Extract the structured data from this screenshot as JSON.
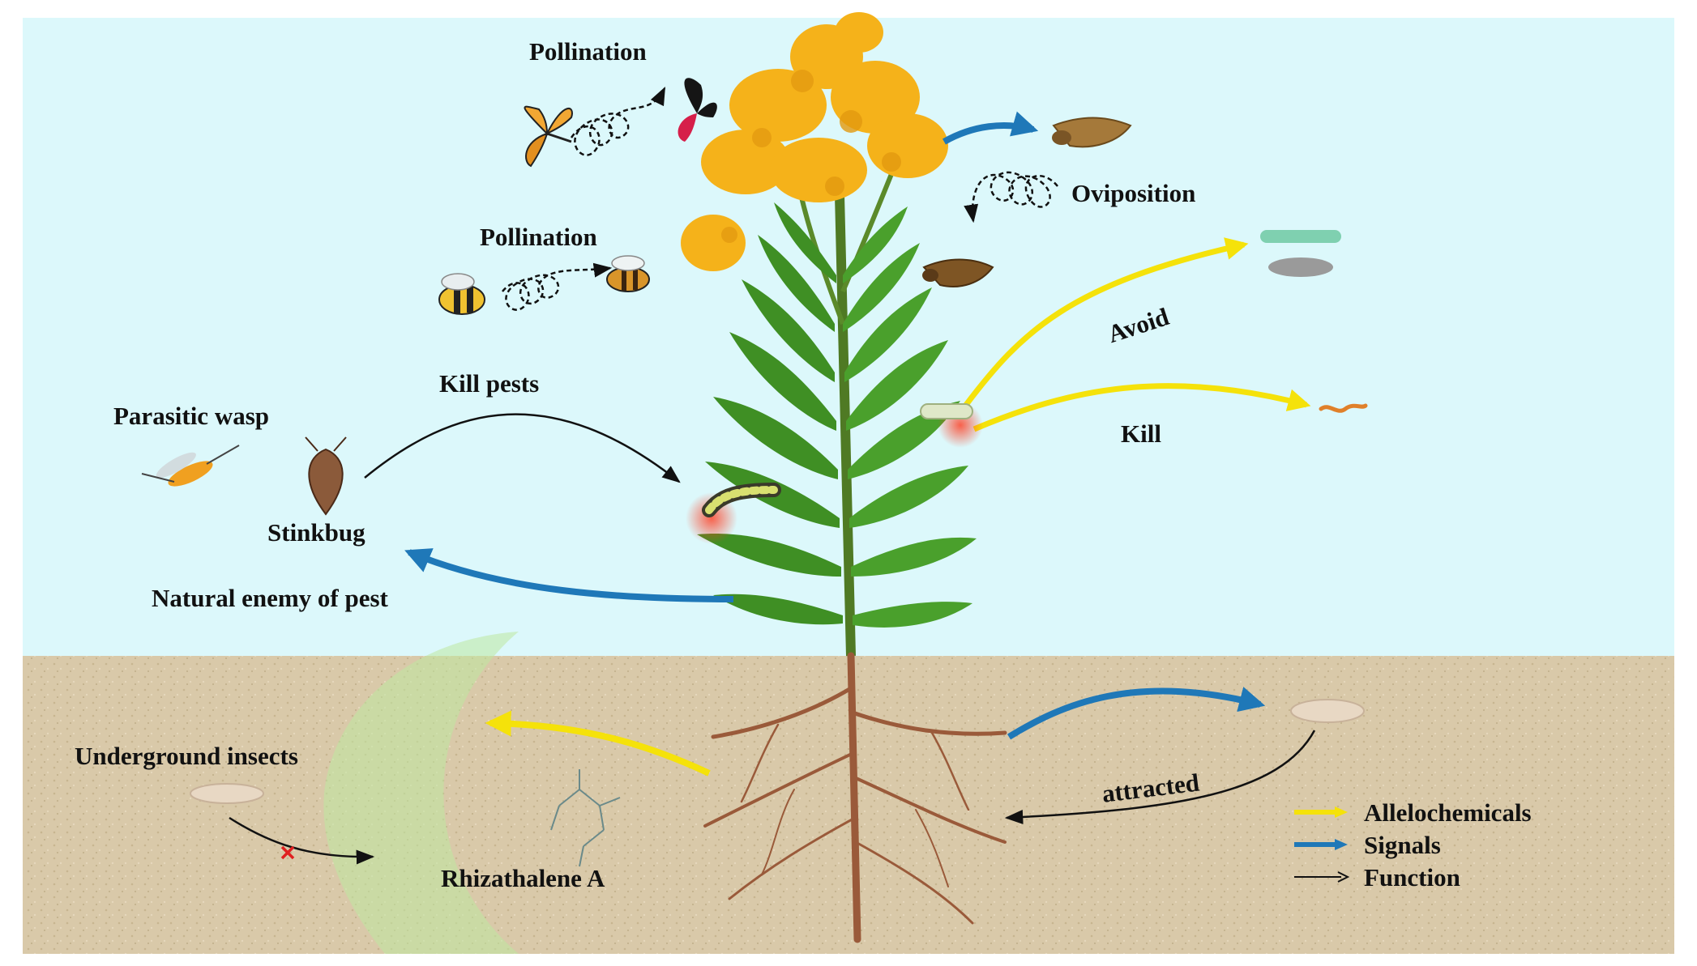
{
  "labels": {
    "pollination_top": "Pollination",
    "pollination_mid": "Pollination",
    "oviposition": "Oviposition",
    "avoid": "Avoid",
    "kill": "Kill",
    "kill_pests": "Kill pests",
    "parasitic_wasp": "Parasitic wasp",
    "stinkbug": "Stinkbug",
    "natural_enemy": "Natural enemy of pest",
    "underground_insects": "Underground insects",
    "attracted": "attracted",
    "rhizathalene": "Rhizathalene A"
  },
  "legend": [
    {
      "label": "Allelochemicals",
      "color": "#f5e20a"
    },
    {
      "label": "Signals",
      "color": "#1f78b8"
    },
    {
      "label": "Function",
      "color": "#111111"
    }
  ],
  "colors": {
    "sky": "#dcf8fb",
    "soil": "#d8c8a8",
    "allelochemicals": "#f5e20a",
    "signals": "#1f78b8",
    "function": "#111111",
    "blocked_mark": "#e02020"
  },
  "icons": [
    "butterfly-icon",
    "bee-icon",
    "moth-icon",
    "caterpillar-icon",
    "larva-icon",
    "worm-icon",
    "wasp-icon",
    "stinkbug-icon",
    "grub-icon",
    "molecule-icon",
    "plant-icon",
    "roots-icon"
  ]
}
